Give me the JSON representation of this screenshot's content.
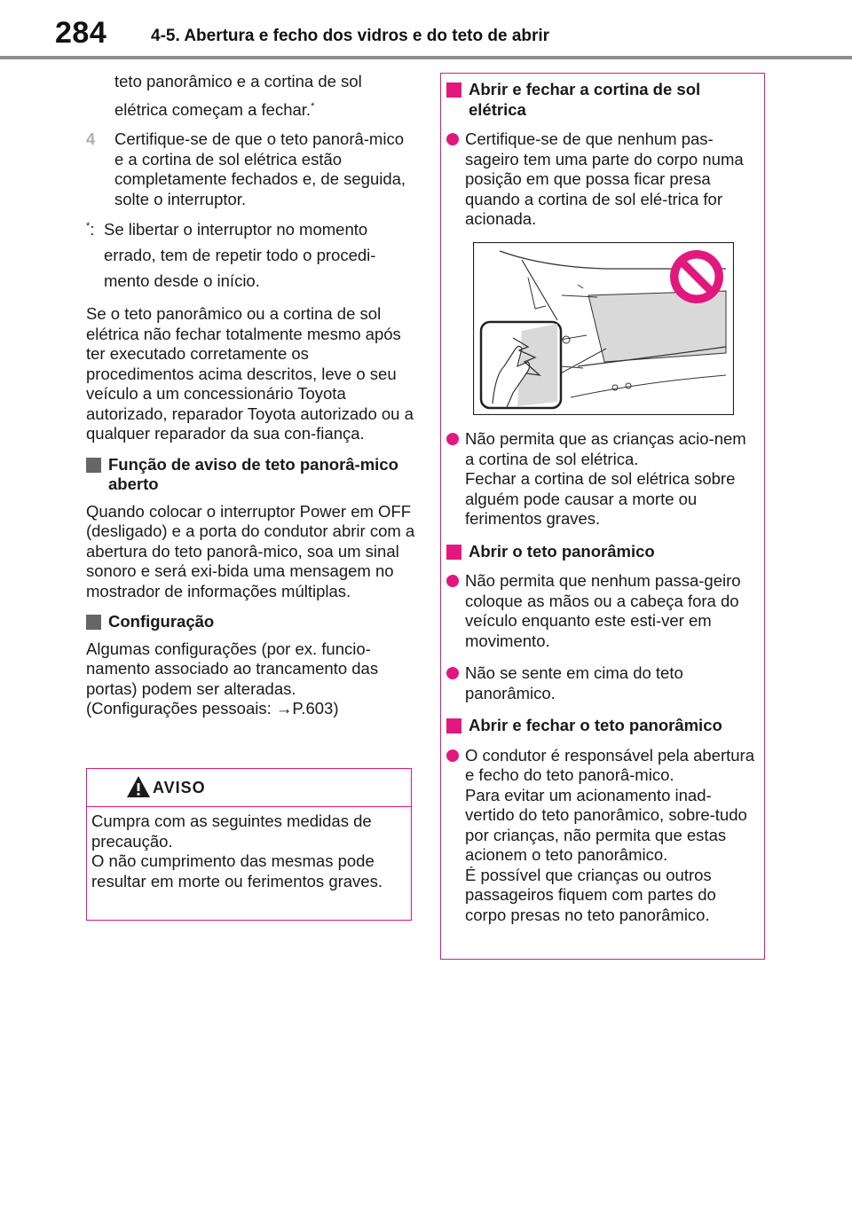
{
  "header": {
    "page_number": "284",
    "section_title": "4-5. Abertura e fecho dos vidros e do teto de abrir"
  },
  "left": {
    "cont_text_1": "teto panorâmico e a cortina de sol",
    "cont_text_2": "elétrica começam a fechar.",
    "cont_sup": "*",
    "step_number": "4",
    "step_text": "Certifique-se de que o teto panorâ-mico e a cortina de sol elétrica estão completamente fechados e, de seguida, solte o interruptor.",
    "footnote_mark": "*",
    "footnote_colon": ":",
    "footnote_text": "Se libertar o interruptor no momento errado, tem de repetir todo o procedi-mento desde o início.",
    "para1": "Se o teto panorâmico ou a cortina de sol elétrica não fechar totalmente mesmo após ter executado corretamente os procedimentos acima descritos, leve o seu veículo a um concessionário Toyota autorizado, reparador Toyota autorizado ou a qualquer reparador da sua con-fiança.",
    "heading1": "Função de aviso de teto panorâ-mico aberto",
    "para2": "Quando colocar o interruptor Power em OFF (desligado) e a porta do condutor abrir com a abertura do teto panorâ-mico, soa um sinal sonoro e será exi-bida uma mensagem no mostrador de informações múltiplas.",
    "heading2": "Configuração",
    "para3a": "Algumas configurações (por ex. funcio-namento associado ao trancamento das portas) podem ser alteradas.",
    "para3b": "(Configurações pessoais: →P.603)"
  },
  "warning": {
    "title": "AVISO",
    "body": "Cumpra com as seguintes medidas de precaução.\nO não cumprimento das mesmas pode resultar em morte ou ferimentos graves."
  },
  "right": {
    "h1": "Abrir e fechar a cortina de sol elétrica",
    "b1": "Certifique-se de que nenhum pas-sageiro tem uma parte do corpo numa posição em que possa ficar presa quando a cortina de sol elé-trica for acionada.",
    "b2": "Não permita que as crianças acio-nem a cortina de sol elétrica.\nFechar a cortina de sol elétrica sobre alguém pode causar a morte ou ferimentos graves.",
    "h2": "Abrir o teto panorâmico",
    "b3": "Não permita que nenhum passa-geiro coloque as mãos ou a cabeça fora do veículo enquanto este esti-ver em movimento.",
    "b4": "Não se sente em cima do teto panorâmico.",
    "h3": "Abrir e fechar o teto panorâmico",
    "b5": "O condutor é responsável pela abertura e fecho do teto panorâ-mico.\nPara evitar um acionamento inad-vertido do teto panorâmico, sobre-tudo por crianças, não permita que estas acionem o teto panorâmico.\nÉ possível que crianças ou outros passageiros fiquem com partes do corpo presas no teto panorâmico."
  },
  "colors": {
    "accent": "#e2187f",
    "rule": "#8e8e8e"
  },
  "icons": {
    "warning": "warning-triangle-icon",
    "prohibition": "prohibition-icon"
  }
}
